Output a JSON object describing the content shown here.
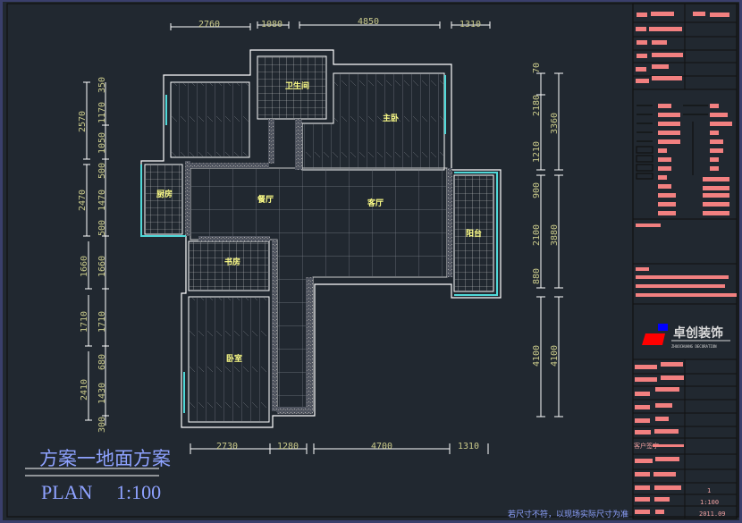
{
  "drawing": {
    "title_cn": "方案一地面方案",
    "title_en": "PLAN",
    "scale": "1:100",
    "note": "若尺寸不符，以现场实际尺寸为准"
  },
  "rooms": {
    "bathroom": "卫生间",
    "master_bedroom": "主卧",
    "dining": "餐厅",
    "living": "客厅",
    "kitchen": "厨房",
    "study": "书房",
    "bedroom": "卧室",
    "balcony": "阳台"
  },
  "dimensions": {
    "top": [
      "2760",
      "1080",
      "4850",
      "1310"
    ],
    "bottom": [
      "2730",
      "1280",
      "4700",
      "1310"
    ],
    "left_outer": [
      "2570",
      "2470",
      "1660",
      "1710",
      "2410"
    ],
    "left_inner": [
      "350",
      "1170",
      "1050",
      "500",
      "1470",
      "500",
      "1660",
      "1710",
      "680",
      "1430",
      "300"
    ],
    "right_inner": [
      "70",
      "2180",
      "1210",
      "900",
      "2100",
      "880",
      "4100"
    ],
    "right_outer": [
      "3360",
      "3880",
      "4100"
    ]
  },
  "title_block": {
    "company_name": "卓创装饰",
    "company_sub": "ZHUOCHUANG DECORATION",
    "client_sign_label": "客户签字",
    "sheet_no": "1",
    "scale": "1:100",
    "date": "2011.09",
    "colors": {
      "redacted": "#f28080",
      "logo_red": "#ff0000",
      "logo_blue": "#0000ff"
    }
  }
}
